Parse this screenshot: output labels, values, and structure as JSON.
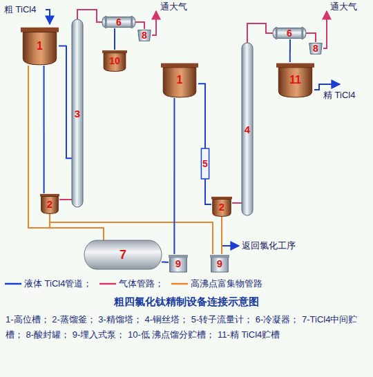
{
  "diagram": {
    "title": "粗四氯化钛精制设备连接示意图",
    "caption": "1-高位槽； 2-蒸馏釜； 3-精馏塔； 4-铜丝塔； 5-转子流量计； 6-冷凝器； 7-TiCl4中间贮槽； 8-酸封罐； 9-埋入式泵； 10-低 沸点馏分贮槽； 11-精 TiCl4贮槽",
    "nodes": [
      {
        "text": [
          "1"
        ]
      },
      {
        "text": [
          "3"
        ]
      },
      {
        "text": [
          "6"
        ]
      },
      {
        "text": [
          "8"
        ]
      },
      {
        "text": [
          "10"
        ]
      },
      {
        "text": [
          "1"
        ]
      },
      {
        "text": [
          "2"
        ]
      },
      {
        "text": [
          "4"
        ]
      },
      {
        "text": [
          "5"
        ]
      },
      {
        "text": [
          "2"
        ]
      },
      {
        "text": [
          "6"
        ]
      },
      {
        "text": [
          "8"
        ]
      },
      {
        "text": [
          "11"
        ]
      },
      {
        "text": [
          "7"
        ]
      },
      {
        "text": [
          "9"
        ]
      },
      {
        "text": [
          "9"
        ]
      }
    ],
    "edges": [
      {
        "from": 0,
        "to": 1,
        "arrow": "none"
      },
      {
        "from": 6,
        "to": 1,
        "arrow": "none"
      },
      {
        "from": 1,
        "to": 2,
        "arrow": "none"
      },
      {
        "from": 2,
        "to": 3,
        "arrow": "none"
      },
      {
        "from": 2,
        "to": 4,
        "arrow": "none"
      },
      {
        "from": 0,
        "to": 13,
        "arrow": "none"
      },
      {
        "from": 6,
        "to": 13,
        "arrow": "none"
      },
      {
        "from": 6,
        "to": 15,
        "arrow": "none"
      },
      {
        "from": 0,
        "to": 6,
        "arrow": "none"
      },
      {
        "from": 13,
        "to": 14,
        "arrow": "none"
      },
      {
        "from": 14,
        "to": 5,
        "arrow": "none"
      },
      {
        "from": 5,
        "to": 8,
        "arrow": "none"
      },
      {
        "from": 8,
        "to": 9,
        "arrow": "none"
      },
      {
        "from": 9,
        "to": 7,
        "arrow": "none"
      },
      {
        "from": 7,
        "to": 10,
        "arrow": "none"
      },
      {
        "from": 10,
        "to": 11,
        "arrow": "none"
      },
      {
        "from": 10,
        "to": 12,
        "arrow": "none"
      },
      {
        "from": 9,
        "to": 15,
        "arrow": "none"
      }
    ],
    "labels": [
      "粗 TiCl4",
      "通大气",
      "通大气",
      "精 TiCl4",
      "返回氯化工序"
    ],
    "legend": [
      {
        "text": "液体 TiCl4管道；"
      },
      {
        "text": "气体管路；"
      },
      {
        "text": "高沸点富集物管路"
      }
    ]
  }
}
